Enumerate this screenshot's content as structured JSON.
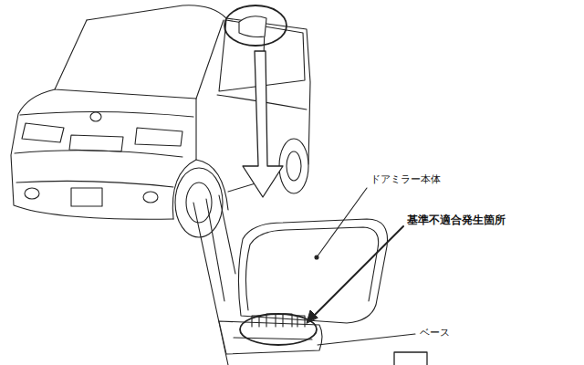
{
  "diagram": {
    "labels": [
      "ドアミラー本体",
      "基準不適合発生箇所",
      "ベース"
    ]
  }
}
